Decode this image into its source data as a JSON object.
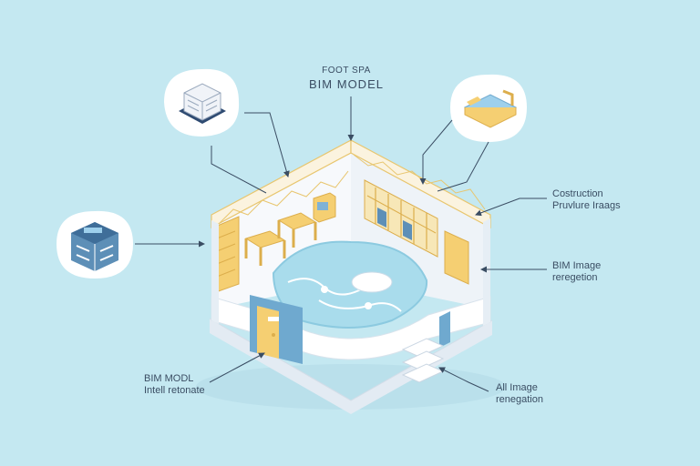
{
  "labels": {
    "top": {
      "line1": "FOOT SPA",
      "line2": "BIM  MODEL"
    },
    "construction": {
      "line1": "Costruction",
      "line2": "Pruvlure Iraags"
    },
    "bim_image": {
      "line1": "BIM Image",
      "line2": "reregetion"
    },
    "bim_model": {
      "line1": "BIM MODL",
      "line2": "Intell retonate"
    },
    "ai_image": {
      "line1": "All Image",
      "line2": "renegation"
    }
  },
  "icons": {
    "top_left": "building-block-icon",
    "left": "office-building-icon",
    "top_right": "bed-icon"
  },
  "colors": {
    "background": "#c4e8f1",
    "wall": "#ffffff",
    "wall_shade": "#e6eef5",
    "pool": "#a9dcec",
    "accent_yellow": "#f5cf72",
    "accent_blue": "#6fa9cf",
    "text": "#3a4d63",
    "line": "#3a4d63"
  }
}
